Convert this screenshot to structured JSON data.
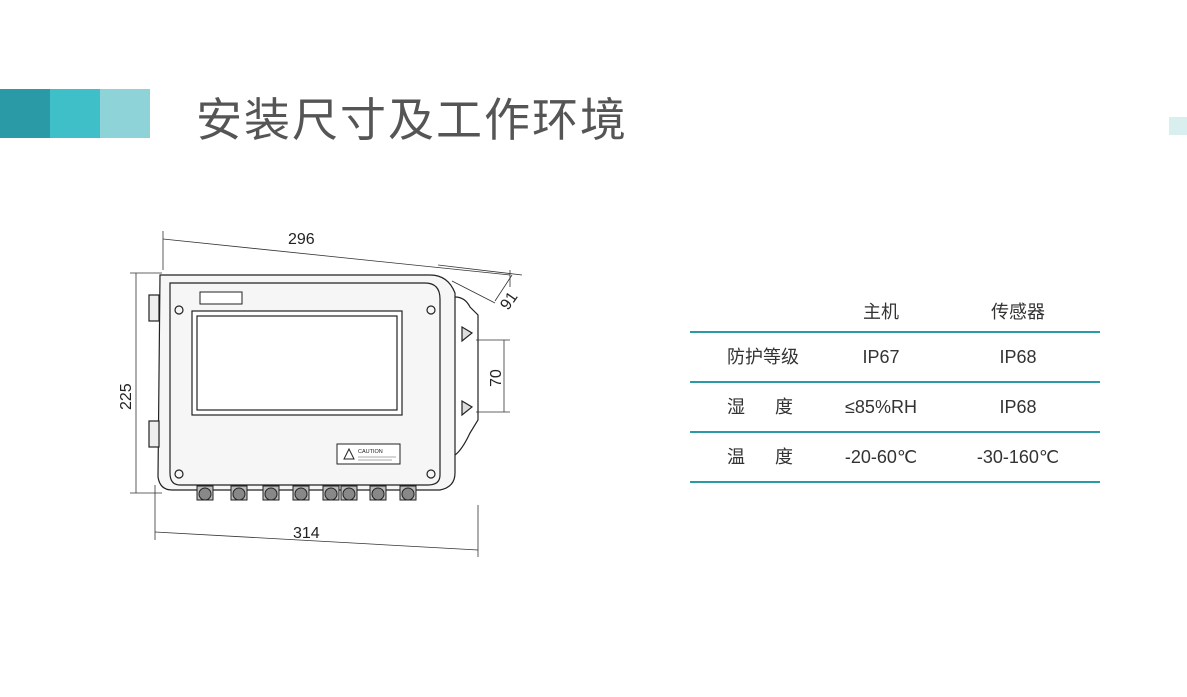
{
  "title": "安装尺寸及工作环境",
  "drawing": {
    "dim_width_top": "296",
    "dim_width_bottom": "314",
    "dim_height": "225",
    "dim_depth": "91",
    "dim_mount": "70",
    "caution_label": "CAUTION"
  },
  "table": {
    "headers": [
      "",
      "主机",
      "传感器"
    ],
    "rows": [
      {
        "label": "防护等级",
        "host": "IP67",
        "sensor": "IP68"
      },
      {
        "label": "湿      度",
        "host": "≤85%RH",
        "sensor": "IP68"
      },
      {
        "label": "温      度",
        "host": "-20-60℃",
        "sensor": "-30-160℃"
      }
    ]
  },
  "colors": {
    "accent_dark": "#2a9aa6",
    "accent_mid": "#3fbfc8",
    "accent_light": "#8ed3d8",
    "rule": "#2a9aa6"
  }
}
